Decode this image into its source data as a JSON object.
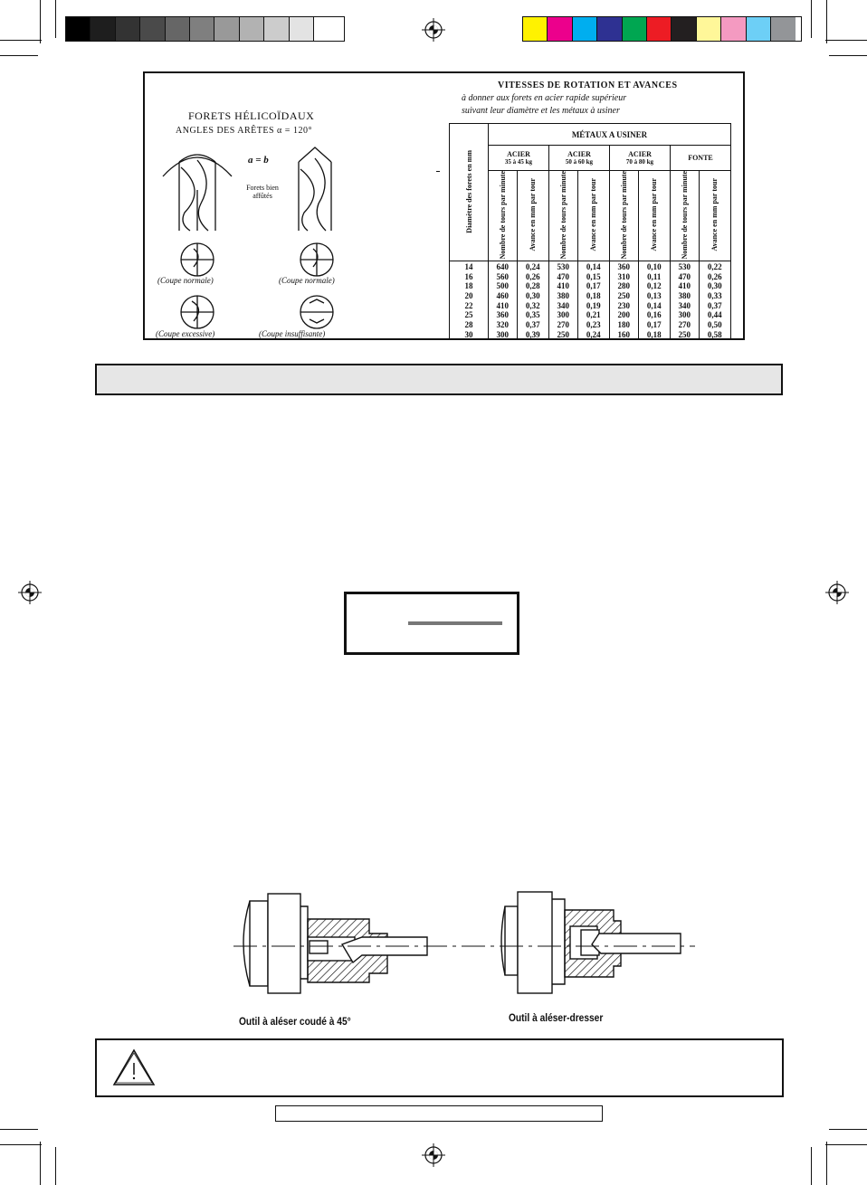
{
  "color_bars": {
    "grayscale": [
      "#000000",
      "#1e1e1e",
      "#333333",
      "#4a4a4a",
      "#666666",
      "#7f7f7f",
      "#999999",
      "#b2b2b2",
      "#cccccc",
      "#e3e3e3",
      "#ffffff"
    ],
    "process": [
      "#fff200",
      "#ec008c",
      "#00aeef",
      "#2e3192",
      "#00a651",
      "#ed1c24",
      "#231f20",
      "#fff799",
      "#f49ac1",
      "#6dcff6",
      "#939598"
    ]
  },
  "figure": {
    "left_title": "FORETS HÉLICOÏDAUX",
    "left_subtitle": "ANGLES DES ARÊTES α = 120°",
    "alpha_label": "a = b",
    "label_drill": "Forets bien affûtés",
    "coupe_normale_1": "(Coupe normale)",
    "coupe_normale_2": "(Coupe normale)",
    "coupe_excessive": "(Coupe excessive)",
    "coupe_insuffisante": "(Coupe insuffisante)",
    "table_title_1": "VITESSES DE ROTATION ET AVANCES",
    "table_title_2": "à donner aux forets en acier rapide supérieur",
    "table_title_3": "suivant leur diamètre et les métaux à usiner",
    "header_metaux": "MÉTAUX A USINER",
    "header_diam": "Diamètre des forets en mm",
    "groups": [
      {
        "name": "ACIER",
        "sub": "35 à 45 kg"
      },
      {
        "name": "ACIER",
        "sub": "50 à 60 kg"
      },
      {
        "name": "ACIER",
        "sub": "70 à 80 kg"
      },
      {
        "name": "FONTE",
        "sub": ""
      }
    ],
    "col_tours": "Nombre de tours par minute",
    "col_avance": "Avance en mm par tour",
    "rows": [
      [
        "14",
        "640",
        "0,24",
        "530",
        "0,14",
        "360",
        "0,10",
        "530",
        "0,22"
      ],
      [
        "16",
        "560",
        "0,26",
        "470",
        "0,15",
        "310",
        "0,11",
        "470",
        "0,26"
      ],
      [
        "18",
        "500",
        "0,28",
        "410",
        "0,17",
        "280",
        "0,12",
        "410",
        "0,30"
      ],
      [
        "20",
        "460",
        "0,30",
        "380",
        "0,18",
        "250",
        "0,13",
        "380",
        "0,33"
      ],
      [
        "22",
        "410",
        "0,32",
        "340",
        "0,19",
        "230",
        "0,14",
        "340",
        "0,37"
      ],
      [
        "25",
        "360",
        "0,35",
        "300",
        "0,21",
        "200",
        "0,16",
        "300",
        "0,44"
      ],
      [
        "28",
        "320",
        "0,37",
        "270",
        "0,23",
        "180",
        "0,17",
        "270",
        "0,50"
      ],
      [
        "30",
        "300",
        "0,39",
        "250",
        "0,24",
        "160",
        "0,18",
        "250",
        "0,58"
      ]
    ]
  },
  "captions": {
    "tool_left": "Outil à aléser coudé à 45°",
    "tool_right": "Outil à aléser-dresser"
  }
}
